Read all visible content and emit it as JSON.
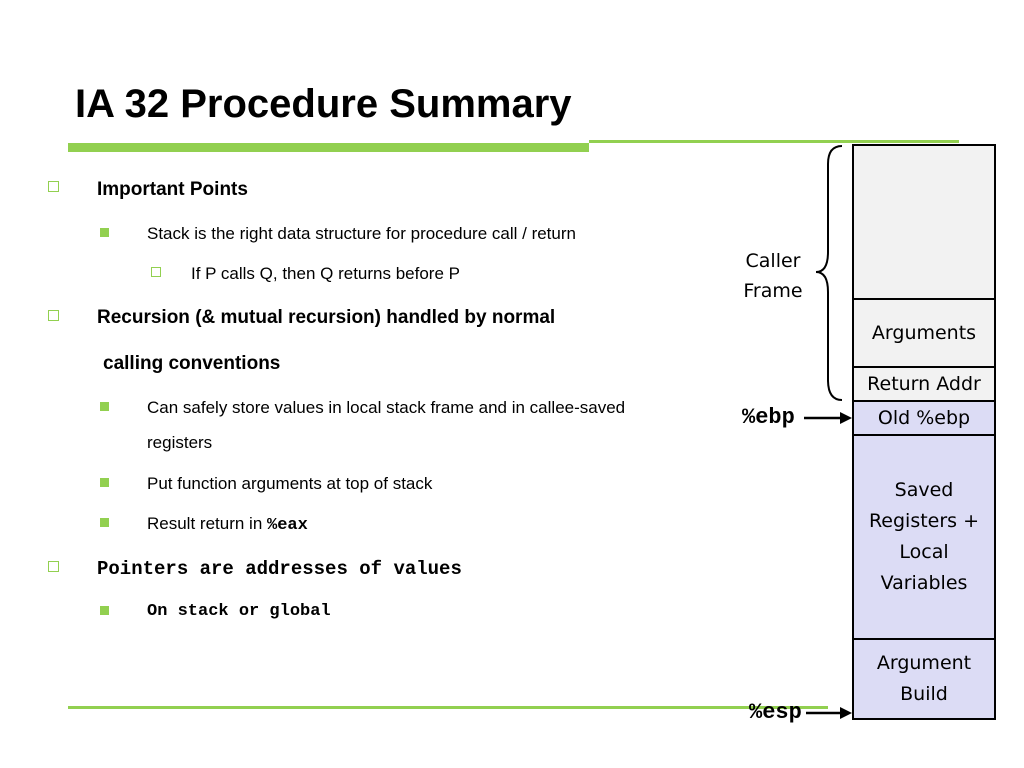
{
  "slide": {
    "title": "IA 32 Procedure Summary",
    "bullets": {
      "b1": "Important Points",
      "b1_1": "Stack is the right data structure for procedure call / return",
      "b1_1_1": "If P calls Q, then Q returns before P",
      "b2_line1": "Recursion (& mutual recursion) handled by normal",
      "b2_line2": "calling conventions",
      "b2_1_line1": "Can safely store values in local stack frame and in callee-saved",
      "b2_1_line2": "registers",
      "b2_2": "Put function arguments at top of stack",
      "b2_3_prefix": "Result return in ",
      "b2_3_code": "%eax",
      "b3": "Pointers are addresses of values",
      "b3_1": "On stack or global"
    }
  },
  "diagram": {
    "caller_frame_label": "Caller Frame",
    "blocks": {
      "arguments": "Arguments",
      "return_addr": "Return Addr",
      "old_ebp": "Old %ebp",
      "saved_registers": "Saved Registers + Local Variables",
      "argument_build": "Argument Build"
    },
    "pointers": {
      "ebp": "%ebp",
      "esp": "%esp"
    },
    "colors": {
      "caller_fill": "#f2f2f2",
      "callee_fill": "#dcdcf5",
      "accent": "#92d050"
    }
  }
}
